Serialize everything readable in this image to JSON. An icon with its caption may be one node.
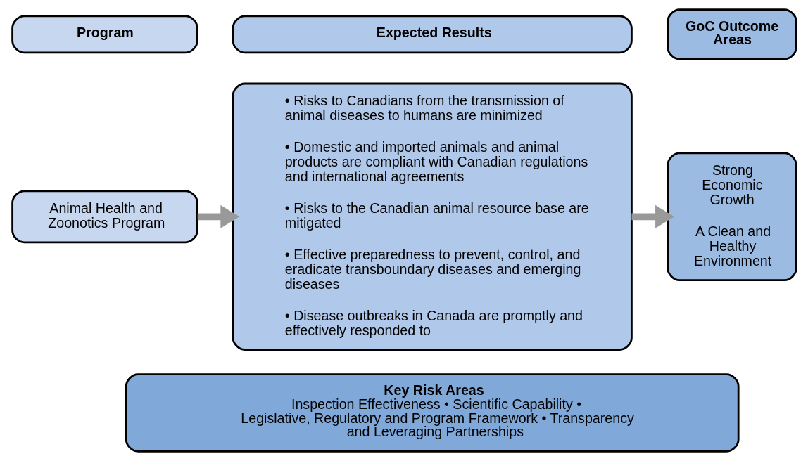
{
  "diagram": {
    "nodes": [
      {
        "text": [
          "Program"
        ]
      },
      {
        "text": [
          "Expected Results"
        ]
      },
      {
        "text": [
          "GoC Outcome Areas"
        ]
      },
      {
        "text": [
          "Animal Health and Zoonotics Program"
        ]
      },
      {
        "text": [
          "• Risks to Canadians from the transmission of animal diseases to humans are minimized",
          "• Domestic and imported animals and animal products are compliant with Canadian regulations and international agreements",
          "• Risks to the Canadian animal resource base are mitigated",
          "• Effective preparedness to prevent, control, and eradicate transboundary diseases and emerging diseases",
          "• Disease outbreaks in Canada are promptly and effectively responded to"
        ]
      },
      {
        "text": [
          "Strong Economic Growth",
          "A Clean and Healthy Environment"
        ]
      },
      {
        "text": [
          "Key Risk Areas",
          "Inspection Effectiveness • Scientific Capability • Legislative, Regulatory and Program Framework • Transparency and Leveraging Partnerships"
        ]
      }
    ],
    "edges": [
      {
        "from": 3,
        "to": 4,
        "arrow": "to"
      },
      {
        "from": 4,
        "to": 5,
        "arrow": "to"
      }
    ]
  }
}
